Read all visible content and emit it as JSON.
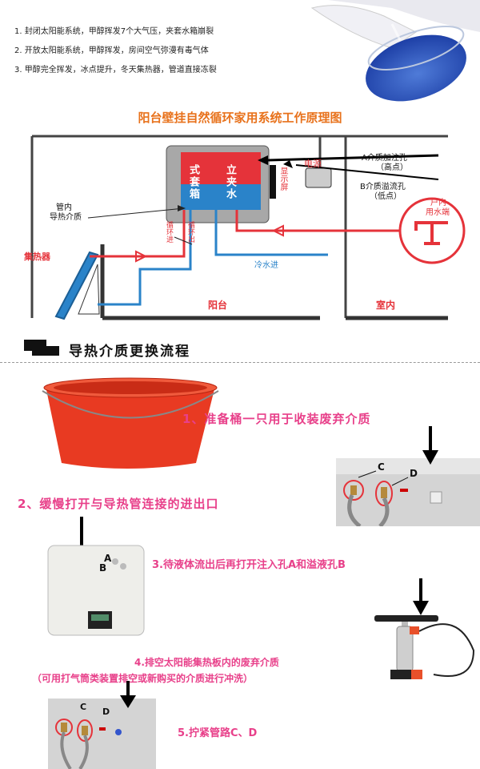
{
  "notes": [
    "1. 封闭太阳能系统，甲醇挥发7个大气压，夹套水箱崩裂",
    "2. 开放太阳能系统，甲醇挥发，房间空气弥漫有毒气体",
    "3. 甲醇完全挥发，冰点提升，冬天集热器，管道直接冻裂"
  ],
  "diagram": {
    "title": "阳台壁挂自然循环家用系统工作原理图",
    "tank_left": "式套箱",
    "tank_right": "立夹水",
    "display": "显示屏",
    "power": "电源",
    "inlet_a": "A介质加注孔",
    "inlet_a_sub": "（高点）",
    "overflow_b": "B介质溢流孔",
    "overflow_b_sub": "（低点）",
    "pipe_medium": "管内",
    "pipe_medium_2": "导热介质",
    "circ_in": "循环进",
    "circ_out": "循环出",
    "collector": "集热器",
    "cold_in": "冷水进",
    "tap": "户内",
    "tap_2": "用水端",
    "balcony": "阳台",
    "indoor": "室内"
  },
  "section_title": "导热介质更换流程",
  "steps": {
    "s1": "1、准备桶一只用于收装废弃介质",
    "s2": "2、缓慢打开与导热管连接的进出口",
    "s3": "3.待液体流出后再打开注入孔A和溢液孔B",
    "s4": "4.排空太阳能集热板内的废弃介质",
    "s4_sub": "（可用打气筒类装置排空或新购买的介质进行冲洗）",
    "s5": "5.拧紧管路C、D"
  },
  "photo_labels": {
    "c": "C",
    "d": "D",
    "a": "A",
    "b": "B"
  },
  "colors": {
    "red": "#e5333a",
    "blue": "#2a83c9",
    "pink": "#e8408a",
    "orange": "#e8721c"
  }
}
